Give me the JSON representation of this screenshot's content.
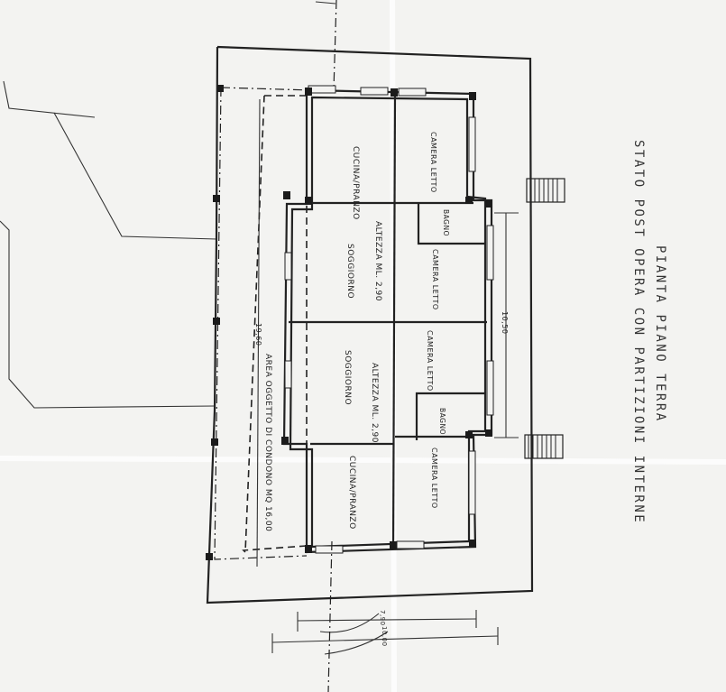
{
  "title": {
    "line1": "PIANTA PIANO TERRA",
    "line2": "STATO POST OPERA CON PARTIZIONI INTERNE"
  },
  "rooms": {
    "cucina_pranzo_top": "CUCINA/PRANZO",
    "cucina_pranzo_bottom": "CUCINA/PRANZO",
    "soggiorno_top": "SOGGIORNO",
    "soggiorno_bottom": "SOGGIORNO",
    "camera_letto_1": "CAMERA LETTO",
    "camera_letto_2": "CAMERA LETTO",
    "camera_letto_3": "CAMERA LETTO",
    "camera_letto_4": "CAMERA LETTO",
    "bagno_top": "BAGNO",
    "bagno_bottom": "BAGNO",
    "altezza_top": "ALTEZZA ML. 2,90",
    "altezza_bottom": "ALTEZZA ML. 2,90"
  },
  "annotations": {
    "area_condono": "AREA OGGETTO DI CONDONO MQ 16,00",
    "dim_length": "19,60",
    "dim_right": "10,50",
    "dim_bottom_1": "7,90",
    "dim_bottom_2": "10,00"
  }
}
